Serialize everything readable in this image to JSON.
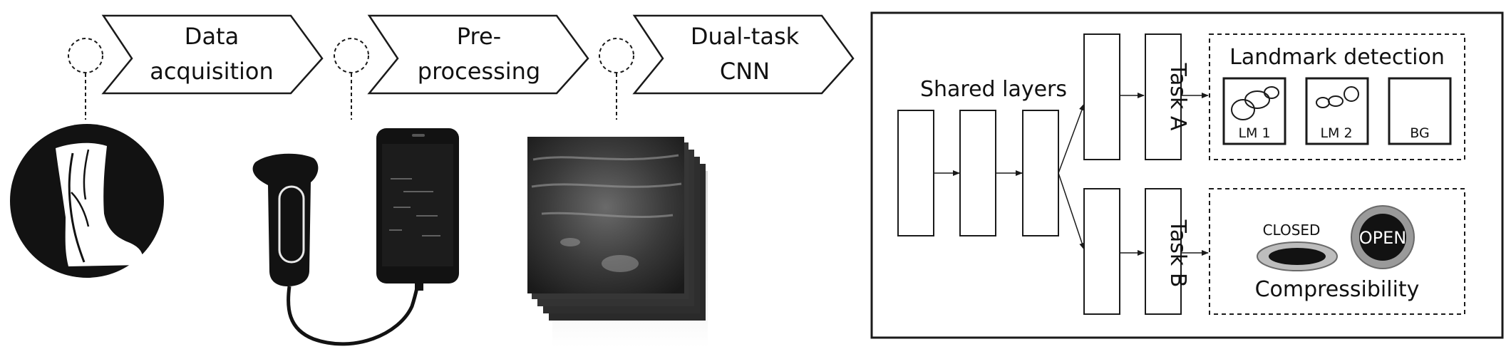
{
  "pipeline": {
    "steps": [
      {
        "line1": "Data",
        "line2": "acquisition"
      },
      {
        "line1": "Pre-",
        "line2": "processing"
      },
      {
        "line1": "Dual-task",
        "line2": "CNN"
      }
    ]
  },
  "network": {
    "shared_layers_label": "Shared  layers",
    "task_a_label": "Task A",
    "task_b_label": "Task B",
    "landmark": {
      "title": "Landmark detection",
      "classes": [
        "LM 1",
        "LM 2",
        "BG"
      ]
    },
    "compress": {
      "closed_label": "CLOSED",
      "open_label": "OPEN",
      "title": "Compressibility"
    }
  },
  "colors": {
    "stroke": "#1a1a1a",
    "dark_fill": "#121212",
    "ultrasound_gray": "#5a5a5a"
  }
}
